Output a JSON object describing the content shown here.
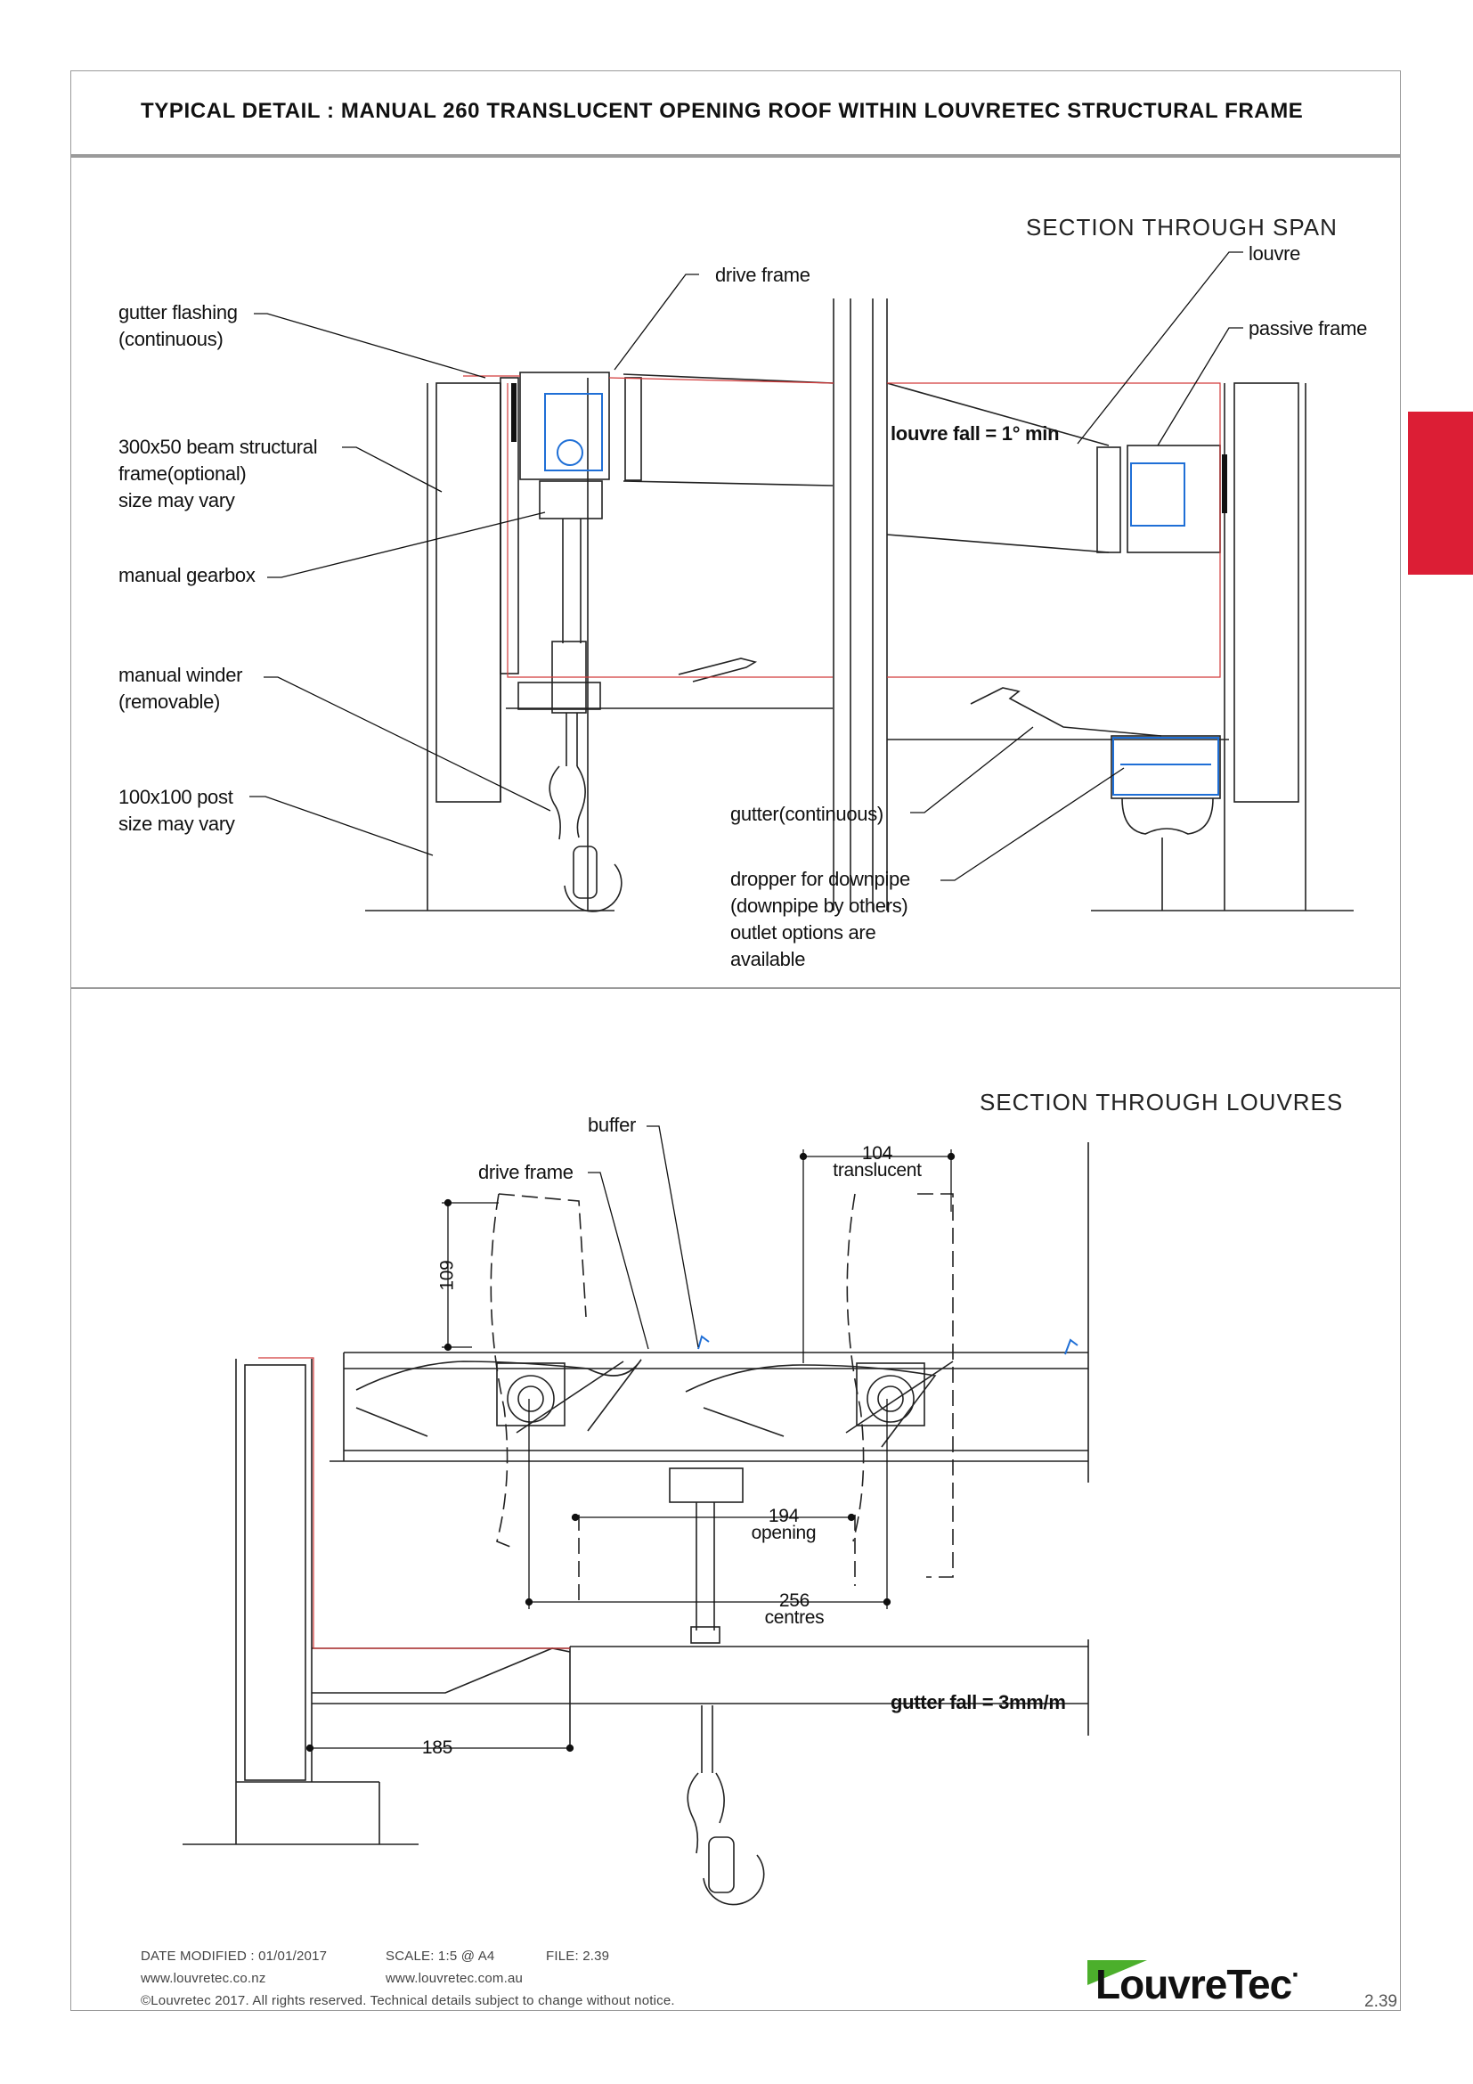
{
  "title": "TYPICAL DETAIL : MANUAL 260 TRANSLUCENT OPENING ROOF WITHIN LOUVRETEC STRUCTURAL FRAME",
  "span_section": {
    "title": "SECTION THROUGH SPAN",
    "labels": {
      "gutter_flashing": [
        "gutter flashing",
        "(continuous)"
      ],
      "drive_frame": "drive frame",
      "beam": [
        "300x50 beam structural",
        "frame(optional)",
        "size may vary"
      ],
      "manual_gearbox": "manual gearbox",
      "manual_winder": [
        "manual winder",
        "(removable)"
      ],
      "post": [
        "100x100 post",
        "size may vary"
      ],
      "louvre": "louvre",
      "passive_frame": "passive frame",
      "louvre_fall": "louvre fall = 1° min",
      "gutter": "gutter(continuous)",
      "dropper": [
        "dropper for downpipe",
        "(downpipe by others)",
        "outlet options are",
        "available"
      ]
    }
  },
  "louvre_section": {
    "title": "SECTION THROUGH LOUVRES",
    "labels": {
      "buffer": "buffer",
      "drive_frame": "drive frame",
      "gutter_fall": "gutter fall = 3mm/m"
    },
    "dimensions": {
      "translucent_value": "104",
      "translucent_label": "translucent",
      "height_value": "109",
      "opening_value": "194",
      "opening_label": "opening",
      "centres_value": "256",
      "centres_label": "centres",
      "offset_value": "185"
    }
  },
  "footer": {
    "date_modified": "DATE MODIFIED : 01/01/2017",
    "scale": "SCALE: 1:5 @ A4",
    "file": "FILE: 2.39",
    "web_nz": "www.louvretec.co.nz",
    "web_au": "www.louvretec.com.au",
    "copyright": "©Louvretec 2017. All rights reserved. Technical details subject to change without notice."
  },
  "brand": {
    "name": "LouvreTec",
    "mark": "·",
    "logo_color": "#4caf2c",
    "accent_color": "#dc1e35"
  },
  "page_number": "2.39"
}
